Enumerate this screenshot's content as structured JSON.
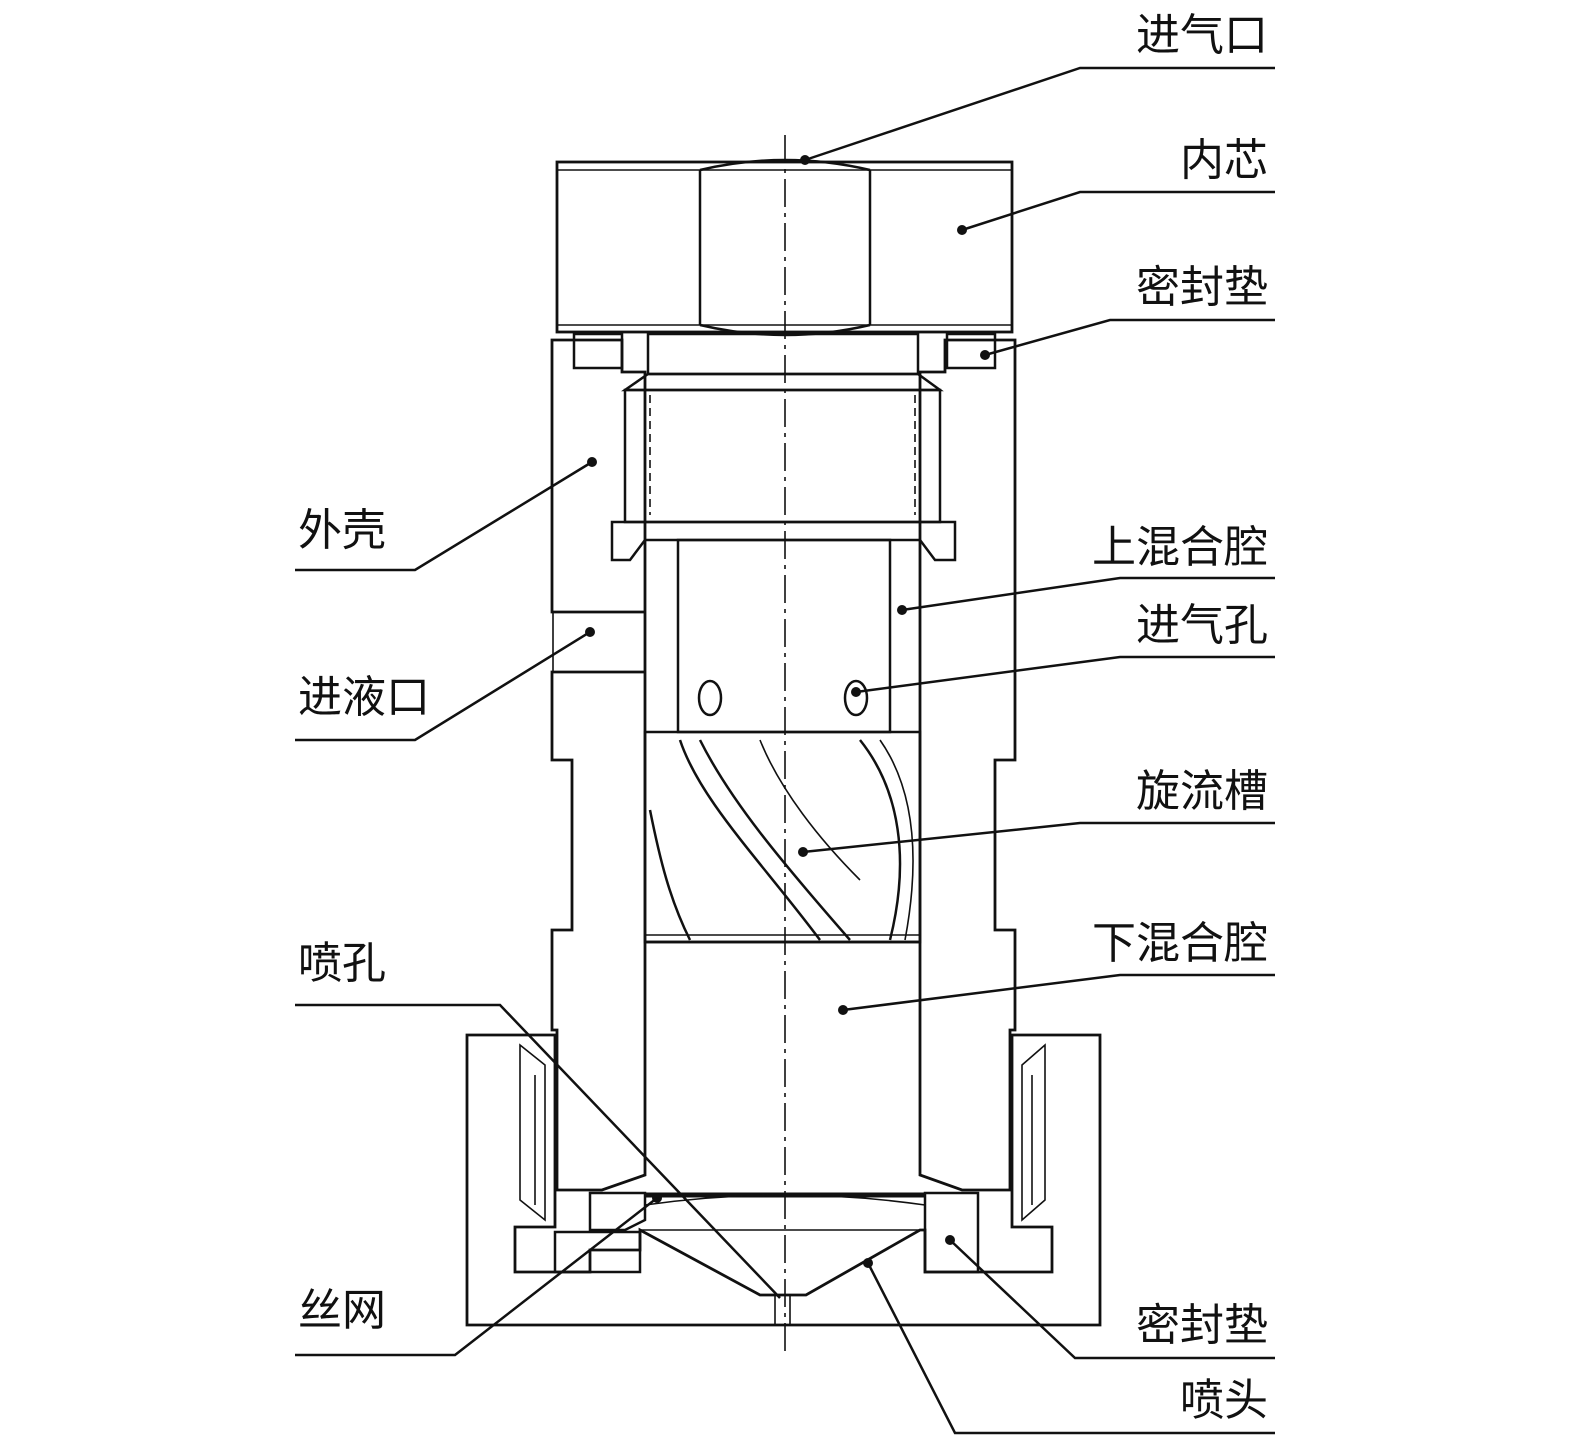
{
  "labels": {
    "inlet_air": "进气口",
    "inner_core": "内芯",
    "gasket_top": "密封垫",
    "shell": "外壳",
    "upper_chamber": "上混合腔",
    "air_hole": "进气孔",
    "liquid_inlet": "进液口",
    "swirl_groove": "旋流槽",
    "lower_chamber": "下混合腔",
    "spray_hole": "喷孔",
    "mesh": "丝网",
    "gasket_bottom": "密封垫",
    "nozzle_head": "喷头"
  },
  "colors": {
    "line": "#111111",
    "background": "#ffffff",
    "gasket_fill": "#555555"
  }
}
